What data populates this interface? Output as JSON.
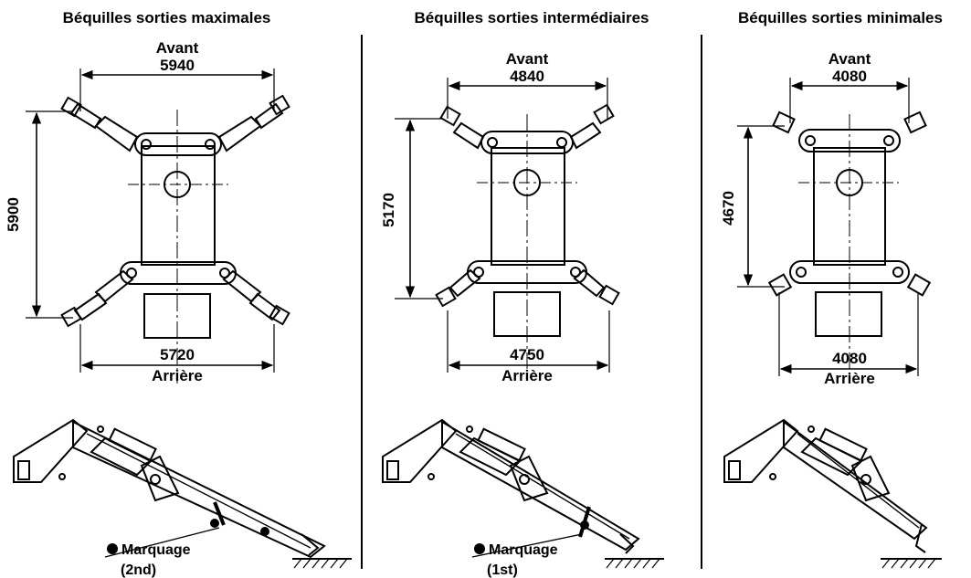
{
  "panels": [
    {
      "title": "Béquilles sorties maximales",
      "front_label": "Avant",
      "rear_label": "Arrière",
      "front_width": "5940",
      "rear_width": "5720",
      "length": "5900",
      "marking_label": "Marquage",
      "marking_order": "(2nd)"
    },
    {
      "title": "Béquilles sorties intermédiaires",
      "front_label": "Avant",
      "rear_label": "Arrière",
      "front_width": "4840",
      "rear_width": "4750",
      "length": "5170",
      "marking_label": "Marquage",
      "marking_order": "(1st)"
    },
    {
      "title": "Béquilles sorties minimales",
      "front_label": "Avant",
      "rear_label": "Arrière",
      "front_width": "4080",
      "rear_width": "4080",
      "length": "4670"
    }
  ]
}
